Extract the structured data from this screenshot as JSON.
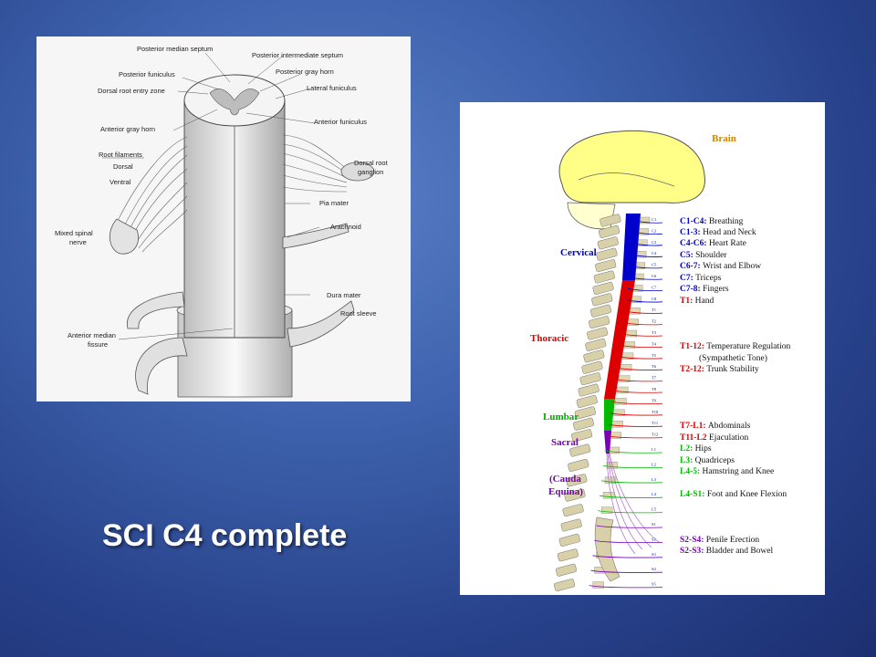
{
  "slide": {
    "title": "SCI C4 complete"
  },
  "spinal_cord_diagram": {
    "labels": [
      "Posterior median septum",
      "Posterior intermediate septum",
      "Posterior funiculus",
      "Posterior gray horn",
      "Dorsal root entry zone",
      "Lateral funiculus",
      "Anterior funiculus",
      "Anterior gray horn",
      "Root filaments",
      "Dorsal",
      "Dorsal root",
      "ganglion",
      "Ventral",
      "Pia mater",
      "Mixed spinal",
      "nerve",
      "Arachnoid",
      "Dura mater",
      "Root sleeve",
      "Anterior median",
      "fissure"
    ]
  },
  "dermatome_diagram": {
    "colors": {
      "brain": "#ffff88",
      "cervical": "#0000cc",
      "thoracic": "#dd0000",
      "lumbar": "#00bb00",
      "sacral": "#7700bb",
      "label_text": "#001a80"
    },
    "brain_label": "Brain",
    "regions": [
      {
        "name": "Cervical",
        "color": "#0000cc"
      },
      {
        "name": "Thoracic",
        "color": "#dd0000"
      },
      {
        "name": "Lumbar",
        "color": "#00aa00"
      },
      {
        "name": "Sacral",
        "color": "#7700bb"
      },
      {
        "name": "(Cauda",
        "color": "#7700bb"
      },
      {
        "name": "Equina)",
        "color": "#7700bb"
      }
    ],
    "segments": [
      "C1",
      "C2",
      "C3",
      "C4",
      "C5",
      "C6",
      "C7",
      "C8",
      "T1",
      "T2",
      "T3",
      "T4",
      "T5",
      "T6",
      "T7",
      "T8",
      "T9",
      "T10",
      "T11",
      "T12",
      "L1",
      "L2",
      "L3",
      "L4",
      "L5",
      "S1",
      "S2",
      "S3",
      "S4",
      "S5"
    ],
    "functions": [
      {
        "segment": "C1-C4:",
        "function": "Breathing",
        "color": "#0000cc"
      },
      {
        "segment": "C1-3:",
        "function": "Head and Neck",
        "color": "#0000cc"
      },
      {
        "segment": "C4-C6:",
        "function": "Heart Rate",
        "color": "#0000cc"
      },
      {
        "segment": "C5:",
        "function": "Shoulder",
        "color": "#0000cc"
      },
      {
        "segment": "C6-7:",
        "function": "Wrist and Elbow",
        "color": "#0000cc"
      },
      {
        "segment": "C7:",
        "function": "Triceps",
        "color": "#0000cc"
      },
      {
        "segment": "C7-8:",
        "function": "Fingers",
        "color": "#0000cc"
      },
      {
        "segment": "T1:",
        "function": "Hand",
        "color": "#dd0000"
      },
      {
        "segment": "T1-12:",
        "function": "Temperature Regulation",
        "color": "#dd0000"
      },
      {
        "segment": "",
        "function": "(Sympathetic Tone)",
        "color": "#dd0000"
      },
      {
        "segment": "T2-12:",
        "function": "Trunk Stability",
        "color": "#dd0000"
      },
      {
        "segment": "T7-L1:",
        "function": "Abdominals",
        "color": "#dd0000"
      },
      {
        "segment": "T11-L2",
        "function": "Ejaculation",
        "color": "#dd0000"
      },
      {
        "segment": "L2:",
        "function": "Hips",
        "color": "#00bb00"
      },
      {
        "segment": "L3:",
        "function": "Quadriceps",
        "color": "#00bb00"
      },
      {
        "segment": "L4-5:",
        "function": "Hamstring and Knee",
        "color": "#00bb00"
      },
      {
        "segment": "L4-S1:",
        "function": "Foot and Knee Flexion",
        "color": "#00bb00"
      },
      {
        "segment": "S2-S4:",
        "function": "Penile Erection",
        "color": "#7700bb"
      },
      {
        "segment": "S2-S3:",
        "function": "Bladder and Bowel",
        "color": "#7700bb"
      }
    ]
  }
}
